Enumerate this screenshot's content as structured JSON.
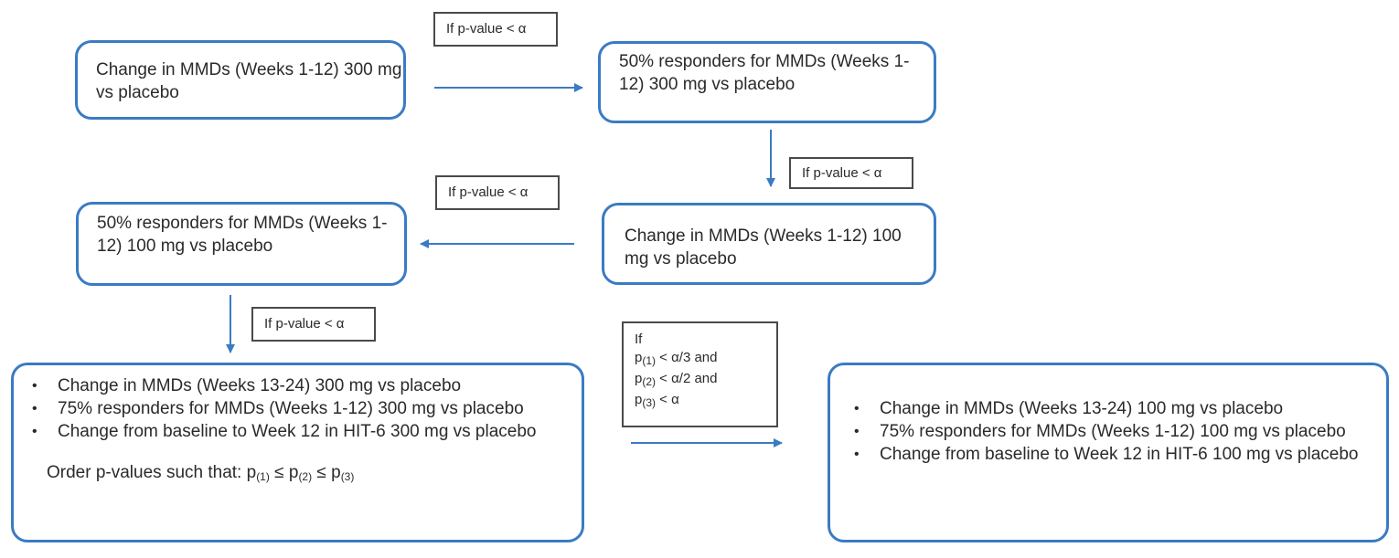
{
  "nodes": {
    "n1": "Change in MMDs (Weeks 1-12) 300 mg vs placebo",
    "n2": "50% responders for MMDs (Weeks 1-12) 300 mg vs placebo",
    "n3": "Change in MMDs (Weeks 1-12) 100 mg vs placebo",
    "n4": "50% responders for MMDs (Weeks 1-12) 100 mg vs placebo",
    "n5_items": [
      "Change in MMDs (Weeks 13-24) 300 mg vs placebo",
      "75% responders for MMDs (Weeks 1-12) 300 mg vs placebo",
      "Change from baseline to Week 12 in HIT-6 300 mg vs placebo"
    ],
    "n5_order": {
      "prefix": "Order p-values such that: ",
      "p": "p",
      "s1": "(1)",
      "le": " ≤ ",
      "s2": "(2)",
      "s3": "(3)"
    },
    "n6_items": [
      "Change in MMDs (Weeks 13-24) 100 mg vs placebo",
      "75% responders for MMDs (Weeks 1-12) 100 mg vs placebo",
      "Change from baseline to Week 12 in HIT-6 100 mg vs placebo"
    ]
  },
  "conditions": {
    "simple": "If p-value < α",
    "multi": {
      "if": "If",
      "p": "p",
      "s1": "(1)",
      "t1": " < α/3 and",
      "s2": "(2)",
      "t2": " < α/2 and",
      "s3": "(3)",
      "t3": " < α"
    }
  },
  "colors": {
    "node_border": "#3a7bc3",
    "arrow": "#3a7bc3",
    "condition_border": "#4a4a4a"
  }
}
